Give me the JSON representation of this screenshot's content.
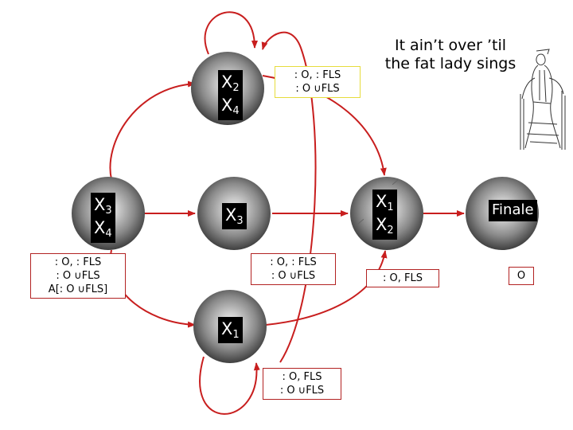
{
  "nodes": {
    "x2x4": {
      "line1": "X",
      "sub1": "2",
      "line2": "X",
      "sub2": "4"
    },
    "x3x4": {
      "line1": "X",
      "sub1": "3",
      "line2": "X",
      "sub2": "4"
    },
    "x3": {
      "line1": "X",
      "sub1": "3"
    },
    "x1x2": {
      "line1": "X",
      "sub1": "1",
      "line2": "X",
      "sub2": "2"
    },
    "x1": {
      "line1": "X",
      "sub1": "1"
    },
    "finale": {
      "label": "Finale"
    }
  },
  "annotations": {
    "top": {
      "line1": ": O, : FLS",
      "line2": ": O ∪FLS"
    },
    "left": {
      "line1": ": O, : FLS",
      "line2": ": O ∪FLS",
      "line3": "A[: O ∪FLS]"
    },
    "middle": {
      "line1": ": O, : FLS",
      "line2": ": O ∪FLS"
    },
    "right": {
      "line1": ": O, FLS"
    },
    "bottom": {
      "line1": ": O, FLS",
      "line2": ": O ∪FLS"
    },
    "finale": {
      "line1": "O"
    }
  },
  "motto": {
    "line1": "It ain’t over ’til",
    "line2": "the fat lady sings"
  },
  "colors": {
    "edge": "#c81e1e",
    "node_dark": "#151515",
    "node_light": "#f4f4f4",
    "annotation_border": "#b22222",
    "highlight_border": "#e6dc3c"
  },
  "icons": {
    "lady": "opera-singer-sketch-icon"
  }
}
